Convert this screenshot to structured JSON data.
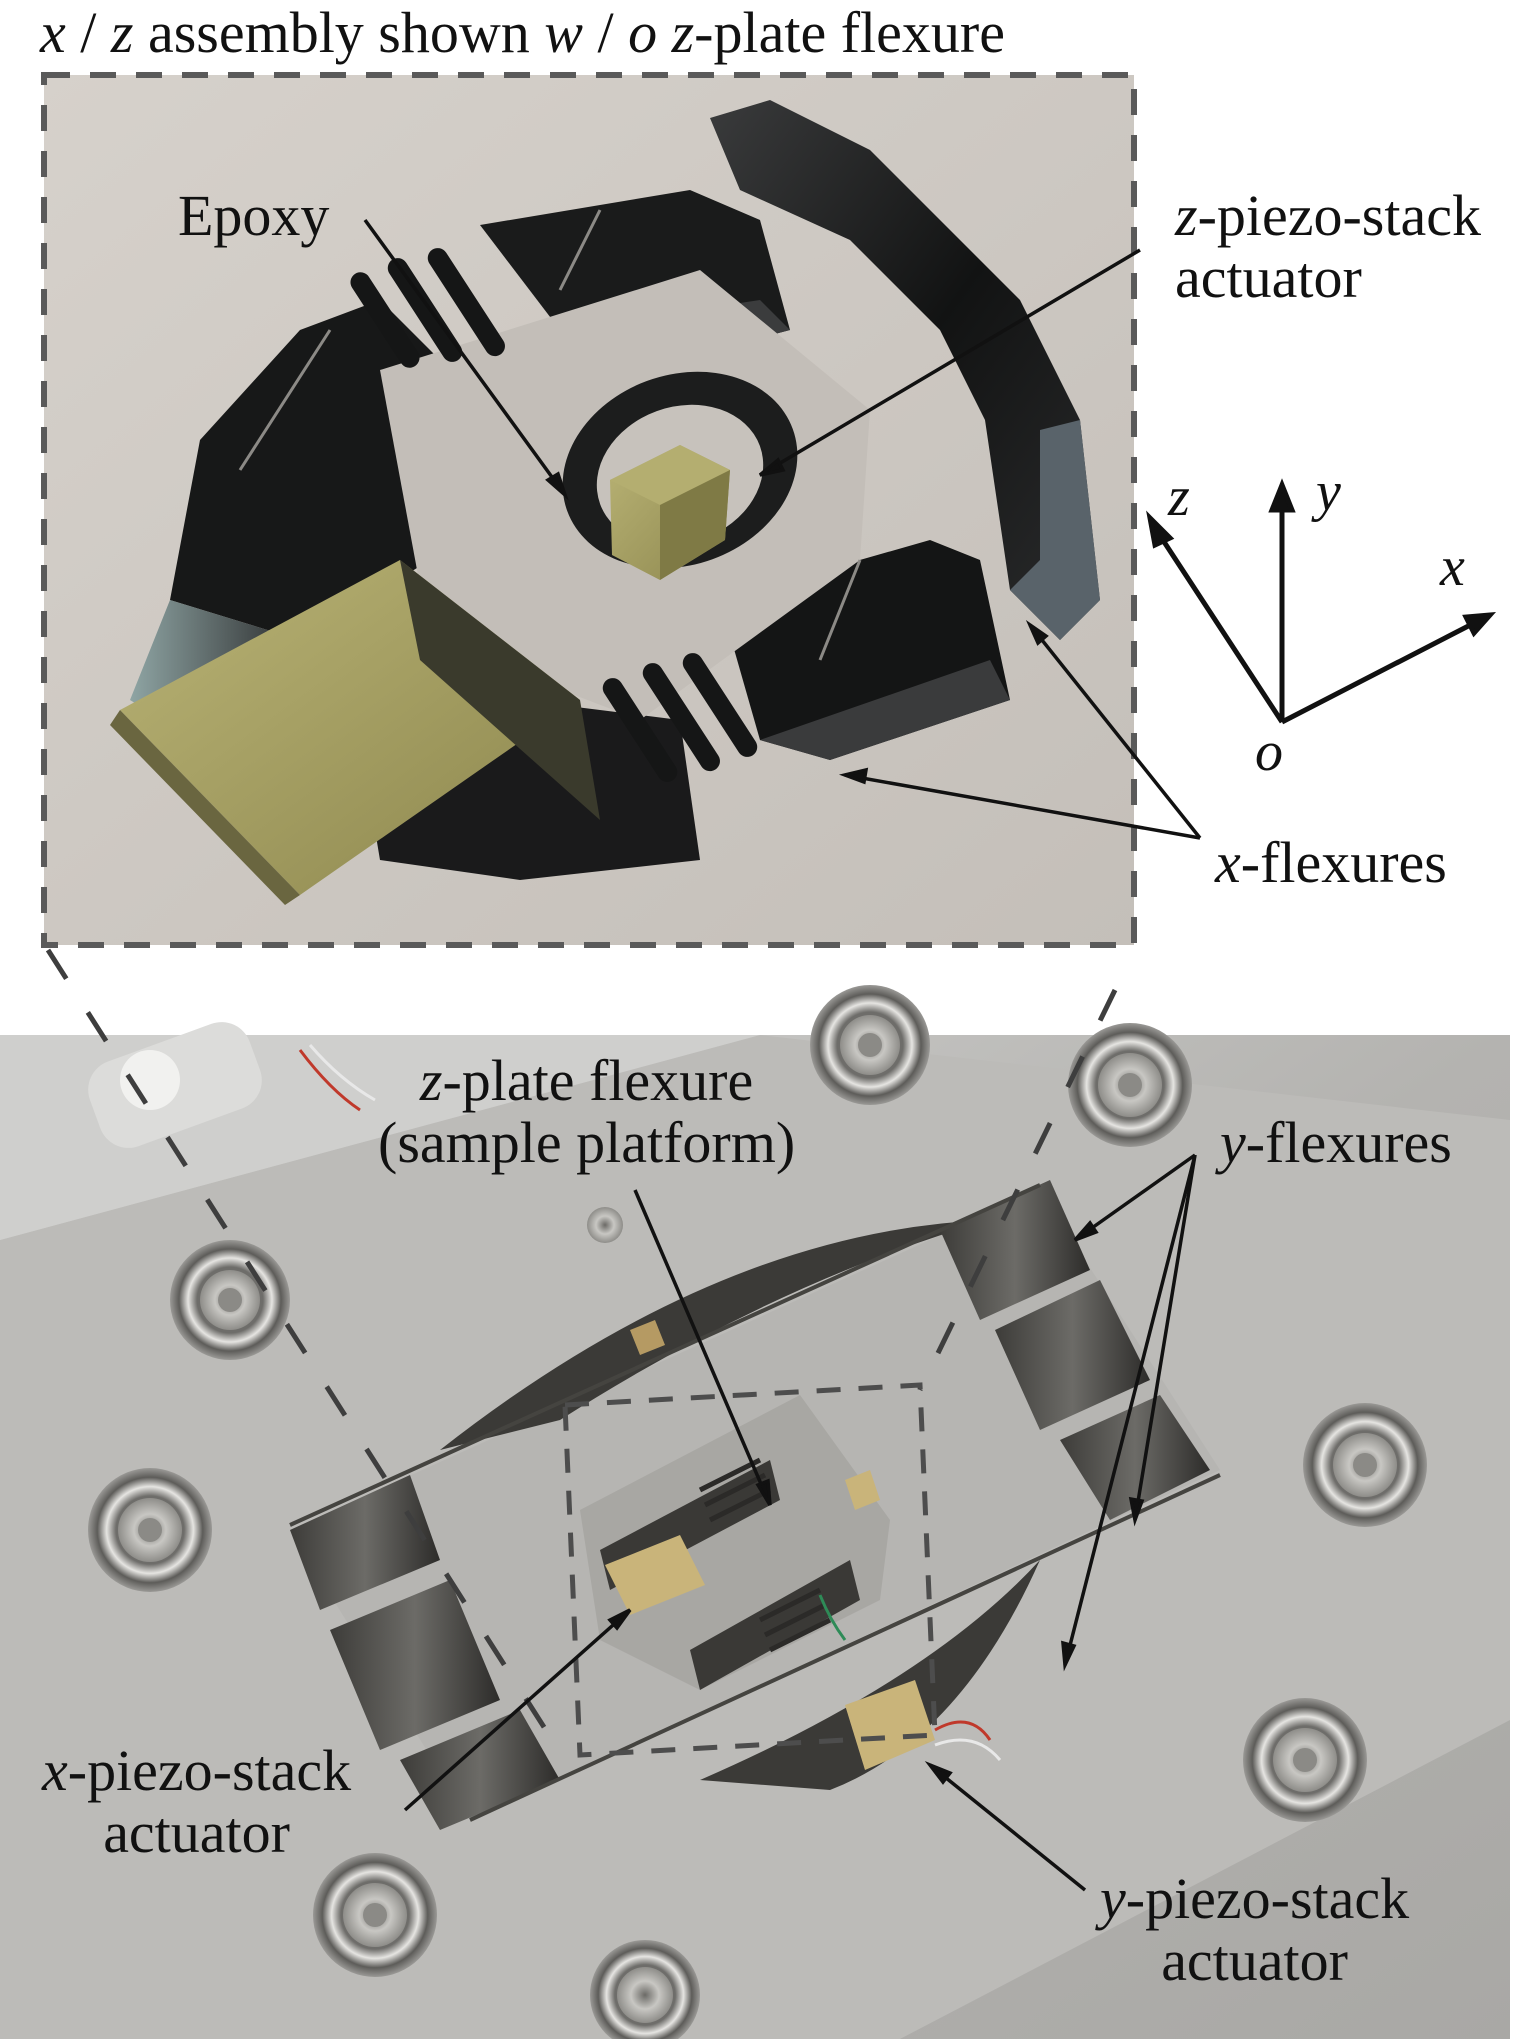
{
  "title": {
    "v1": "x",
    "t1": " / ",
    "v2": "z",
    "t2": " assembly shown ",
    "v3": "w",
    "t3": " / ",
    "v4": "o",
    "t4": " ",
    "v5": "z",
    "t5": "-plate flexure"
  },
  "labels": {
    "epoxy": "Epoxy",
    "z_piezo": {
      "var": "z",
      "rest": "-piezo-stack",
      "line2": "actuator"
    },
    "x_flexures": {
      "var": "x",
      "rest": "-flexures"
    },
    "z_plate": {
      "var": "z",
      "rest": "-plate flexure",
      "line2": "(sample platform)"
    },
    "y_flexures": {
      "var": "y",
      "rest": "-flexures"
    },
    "x_piezo": {
      "var": "x",
      "rest": "-piezo-stack",
      "line2": "actuator"
    },
    "y_piezo": {
      "var": "y",
      "rest": "-piezo-stack",
      "line2": "actuator"
    }
  },
  "axes": {
    "z": "z",
    "y": "y",
    "x": "x",
    "origin": "o"
  },
  "colors": {
    "rendering_bg": "#cdc8c2",
    "metal_dark": "#1e1f1f",
    "piezo_gold": "#a39d5e",
    "photo_metal": "#b9b8b5",
    "dashed_border": "#5a5a5a"
  }
}
